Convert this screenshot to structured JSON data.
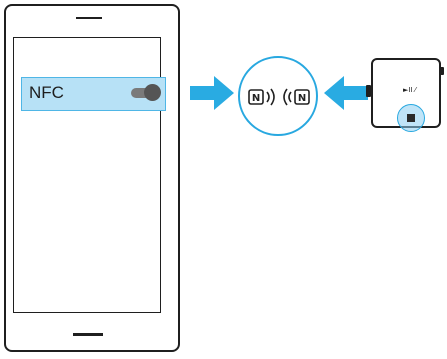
{
  "setting_row": {
    "label": "NFC",
    "toggle_state": "on"
  },
  "nfc_symbol": {
    "left_glyph": "N",
    "right_glyph": "N"
  },
  "device": {
    "play_pause_glyph": "►II ⁄"
  },
  "colors": {
    "accent": "#28a8e0",
    "arrow": "#29abe2",
    "highlight_fill": "#b7e1f6",
    "outline": "#1f1f1f"
  },
  "icons": [
    "nfc-icon",
    "play-pause-icon",
    "toggle-switch",
    "arrow-right-icon",
    "arrow-left-icon"
  ]
}
